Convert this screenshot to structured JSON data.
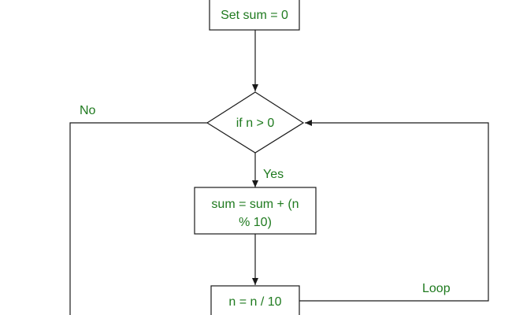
{
  "colors": {
    "text": "#1f7a1f",
    "line": "#1a1a1a",
    "fill": "#ffffff"
  },
  "nodes": {
    "set_sum": {
      "label": "Set sum = 0"
    },
    "condition": {
      "label": "if n > 0"
    },
    "accumulate": {
      "line1": "sum = sum + (n",
      "line2": "% 10)"
    },
    "divide": {
      "label": "n = n / 10"
    }
  },
  "edges": {
    "no_label": "No",
    "yes_label": "Yes",
    "loop_label": "Loop"
  }
}
